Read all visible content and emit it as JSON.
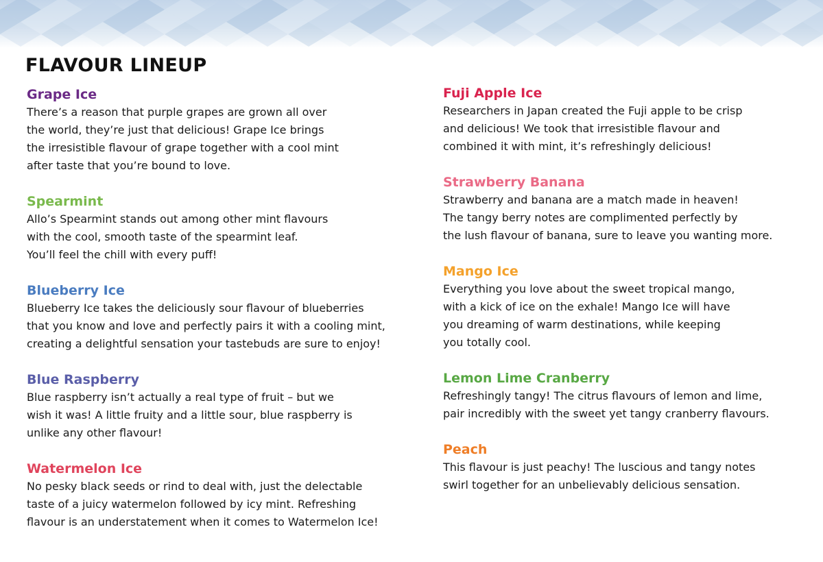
{
  "header": {
    "title": "FLAVOUR LINEUP"
  },
  "colors": {
    "banner_light": "#dce7f2",
    "banner_mid": "#c3d5e9",
    "banner_dark": "#a9c2de"
  },
  "left_column": [
    {
      "name": "Grape Ice",
      "color": "#6b2a86",
      "description": "There’s a reason that purple grapes are grown all over\nthe world, they’re just that delicious! Grape Ice brings\nthe irresistible flavour of grape together with a cool mint\nafter taste that you’re bound to love."
    },
    {
      "name": "Spearmint",
      "color": "#79b94c",
      "description": "Allo’s Spearmint stands out among other mint flavours\nwith the cool, smooth taste of the spearmint leaf.\nYou’ll feel the chill with every puff!"
    },
    {
      "name": "Blueberry Ice",
      "color": "#4a7cc0",
      "description": "Blueberry Ice takes the deliciously sour flavour of blueberries\nthat you know and love and perfectly pairs it with a cooling mint,\ncreating a delightful sensation your tastebuds are sure to enjoy!"
    },
    {
      "name": "Blue Raspberry",
      "color": "#5a5ea8",
      "description": "Blue raspberry isn’t actually a real type of fruit – but we\nwish it was! A little fruity and a little sour, blue raspberry is\nunlike any other flavour!"
    },
    {
      "name": "Watermelon Ice",
      "color": "#e0445c",
      "description": "No pesky black seeds or rind to deal with, just the delectable\ntaste of a juicy watermelon followed by icy mint. Refreshing\nflavour is an understatement when it comes to Watermelon Ice!"
    }
  ],
  "right_column": [
    {
      "name": "Fuji Apple Ice",
      "color": "#d9234e",
      "description": "Researchers in Japan created the Fuji apple to be crisp\nand delicious! We took that irresistible flavour and\ncombined it with mint, it’s refreshingly delicious!"
    },
    {
      "name": "Strawberry Banana",
      "color": "#ea6a86",
      "description": "Strawberry and banana are a match made in heaven!\nThe tangy berry notes are complimented perfectly by\nthe lush flavour of banana, sure to leave you wanting more."
    },
    {
      "name": "Mango Ice",
      "color": "#f4a12b",
      "description": "Everything you love about the sweet tropical mango,\nwith a kick of ice on the exhale! Mango Ice will have\nyou dreaming of warm destinations, while keeping\nyou totally cool."
    },
    {
      "name": "Lemon Lime Cranberry",
      "color": "#58a844",
      "description": "Refreshingly tangy! The citrus flavours of lemon and lime,\npair incredibly with the sweet yet tangy cranberry flavours."
    },
    {
      "name": "Peach",
      "color": "#ef7e27",
      "description": "This flavour is just peachy! The luscious and tangy notes\nswirl together for an unbelievably delicious sensation."
    }
  ]
}
